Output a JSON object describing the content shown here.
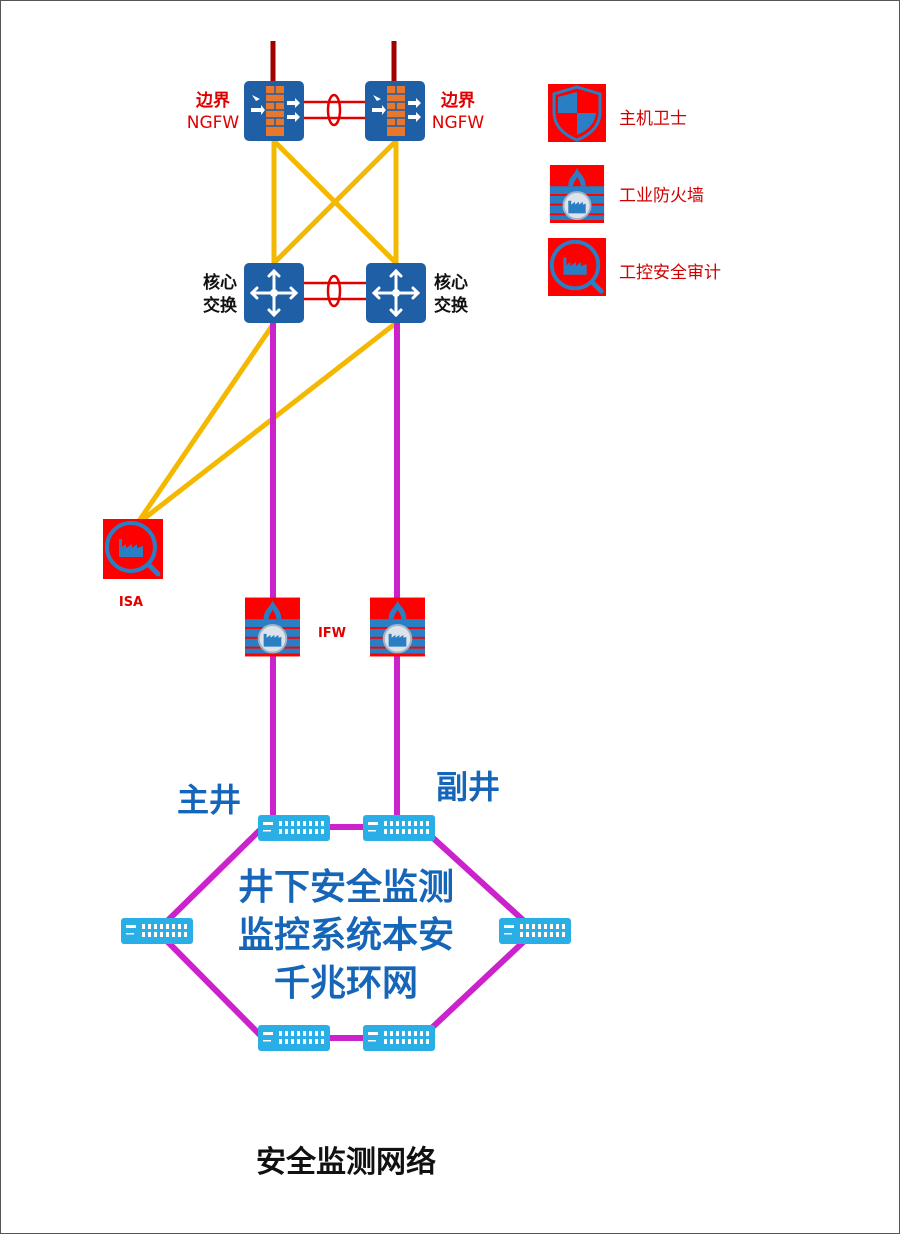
{
  "devices": {
    "ngfw_left": {
      "line1": "边界",
      "line2": "NGFW"
    },
    "ngfw_right": {
      "line1": "边界",
      "line2": "NGFW"
    },
    "core_left": {
      "line1": "核心",
      "line2": "交换"
    },
    "core_right": {
      "line1": "核心",
      "line2": "交换"
    },
    "isa_label": "ISA",
    "ifw_label": "IFW"
  },
  "legend": [
    {
      "icon": "host-guard-shield-icon",
      "label": "主机卫士"
    },
    {
      "icon": "industrial-firewall-icon",
      "label": "工业防火墙"
    },
    {
      "icon": "industrial-audit-icon",
      "label": "工控安全审计"
    }
  ],
  "ring": {
    "main_shaft": "主井",
    "aux_shaft": "副井",
    "center_lines": [
      "井下安全监测",
      "监控系统本安",
      "千兆环网"
    ]
  },
  "title": "安全监测网络",
  "colors": {
    "device_blue": "#1f5fa6",
    "red": "#ff0000",
    "yellow_link": "#f5b800",
    "magenta_link": "#cc22cc",
    "switch_cyan": "#29aee6"
  }
}
